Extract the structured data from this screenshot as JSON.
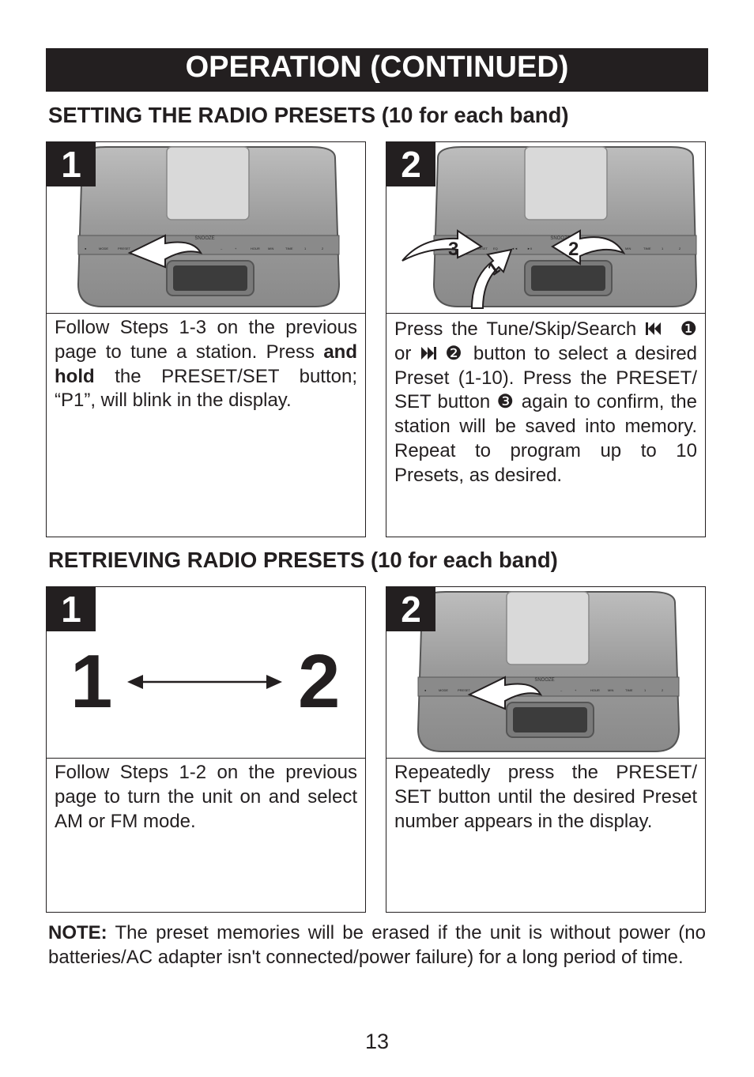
{
  "header": {
    "title": "OPERATION (CONTINUED)"
  },
  "sections": [
    {
      "title": "SETTING THE RADIO PRESETS (10 for each band)",
      "panels": [
        {
          "step": "1",
          "text_a": "Follow Steps 1-3 on the previous page to tune a station. Press ",
          "text_bold": "and hold",
          "text_b": " the PRESET/SET button; “P1”, will blink in the display."
        },
        {
          "step": "2",
          "text_a": "Press the Tune/Skip/Search ",
          "num1": "❶",
          "text_b": " or ",
          "num2": "❷",
          "text_c": " button to select a desired Preset (1-10). Press the PRESET/ SET button ",
          "num3": "❸",
          "text_d": " again to confirm, the station will be saved into memory. Repeat to program up to 10 Presets, as desired.",
          "callouts": [
            "3",
            "1",
            "2"
          ]
        }
      ]
    },
    {
      "title": "RETRIEVING RADIO PRESETS (10 for each band)",
      "panels": [
        {
          "step": "1",
          "diagram_left": "1",
          "diagram_right": "2",
          "text": "Follow Steps 1-2 on the previous page to turn the unit on and select AM or FM mode."
        },
        {
          "step": "2",
          "text": "Repeatedly press the PRESET/ SET button until the desired Preset number appears in the display."
        }
      ]
    }
  ],
  "device": {
    "top_label": "SNOOZE",
    "button_labels": [
      "MODE",
      "PRESET",
      "EQ",
      "–",
      "+",
      "HOUR",
      "MIN",
      "TIME SET",
      "1 ALARM",
      "2 ALARM"
    ]
  },
  "note": {
    "label": "NOTE:",
    "text": " The preset memories will be erased if the unit is without power (no batteries/AC adapter isn't connected/power failure) for a long period of time."
  },
  "page_number": "13",
  "colors": {
    "dark": "#231f20",
    "device_gray": "#9a9a9a"
  }
}
